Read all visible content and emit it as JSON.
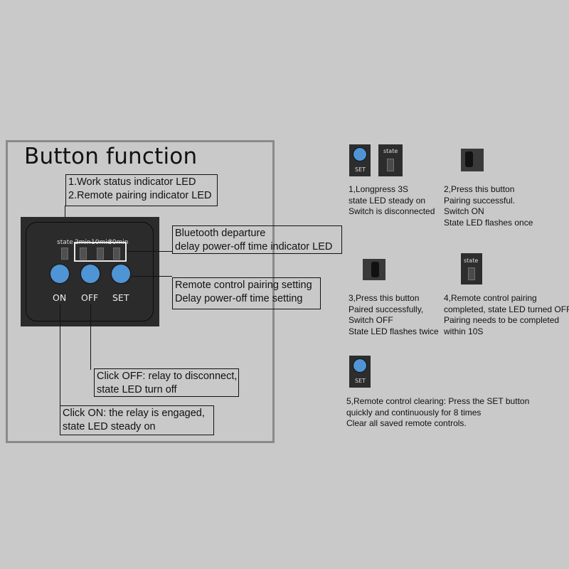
{
  "title": "Button function",
  "callouts": {
    "led_indicators": [
      "1.Work status indicator LED",
      "2.Remote pairing indicator LED"
    ],
    "bluetooth_delay": [
      "Bluetooth departure",
      "delay power-off time indicator LED"
    ],
    "set_button": [
      "Remote control pairing setting",
      "Delay power-off time setting"
    ],
    "off_button": [
      "Click OFF: relay to disconnect,",
      "state LED turn off"
    ],
    "on_button": [
      "Click ON: the relay is engaged,",
      "state LED steady on"
    ]
  },
  "panel": {
    "led_labels": [
      "state",
      "2min",
      "10min",
      "30min"
    ],
    "buttons": [
      "ON",
      "OFF",
      "SET"
    ]
  },
  "instructions": {
    "step1": {
      "icon_button": "SET",
      "icon_led": "state",
      "lines": [
        "1,Longpress 3S",
        "state LED steady on",
        "Switch is disconnected"
      ]
    },
    "step2": {
      "lines": [
        "2,Press this button",
        "Pairing successful.",
        "Switch ON",
        "State LED flashes once"
      ]
    },
    "step3": {
      "lines": [
        "3,Press this button",
        "Paired successfully,",
        "Switch OFF",
        "State LED flashes twice"
      ]
    },
    "step4": {
      "icon_led": "state",
      "lines": [
        "4,Remote control pairing",
        "completed, state LED turned OFF",
        "Pairing needs to be completed",
        "within 10S"
      ]
    },
    "step5": {
      "icon_button": "SET",
      "lines": [
        "5,Remote control clearing: Press the SET button",
        "quickly and continuously for 8 times",
        "Clear all saved remote controls."
      ]
    }
  },
  "colors": {
    "background": "#c9c9c9",
    "panel": "#2b2b2b",
    "button_blue": "#4f95d6",
    "frame": "#8a8a8a"
  }
}
